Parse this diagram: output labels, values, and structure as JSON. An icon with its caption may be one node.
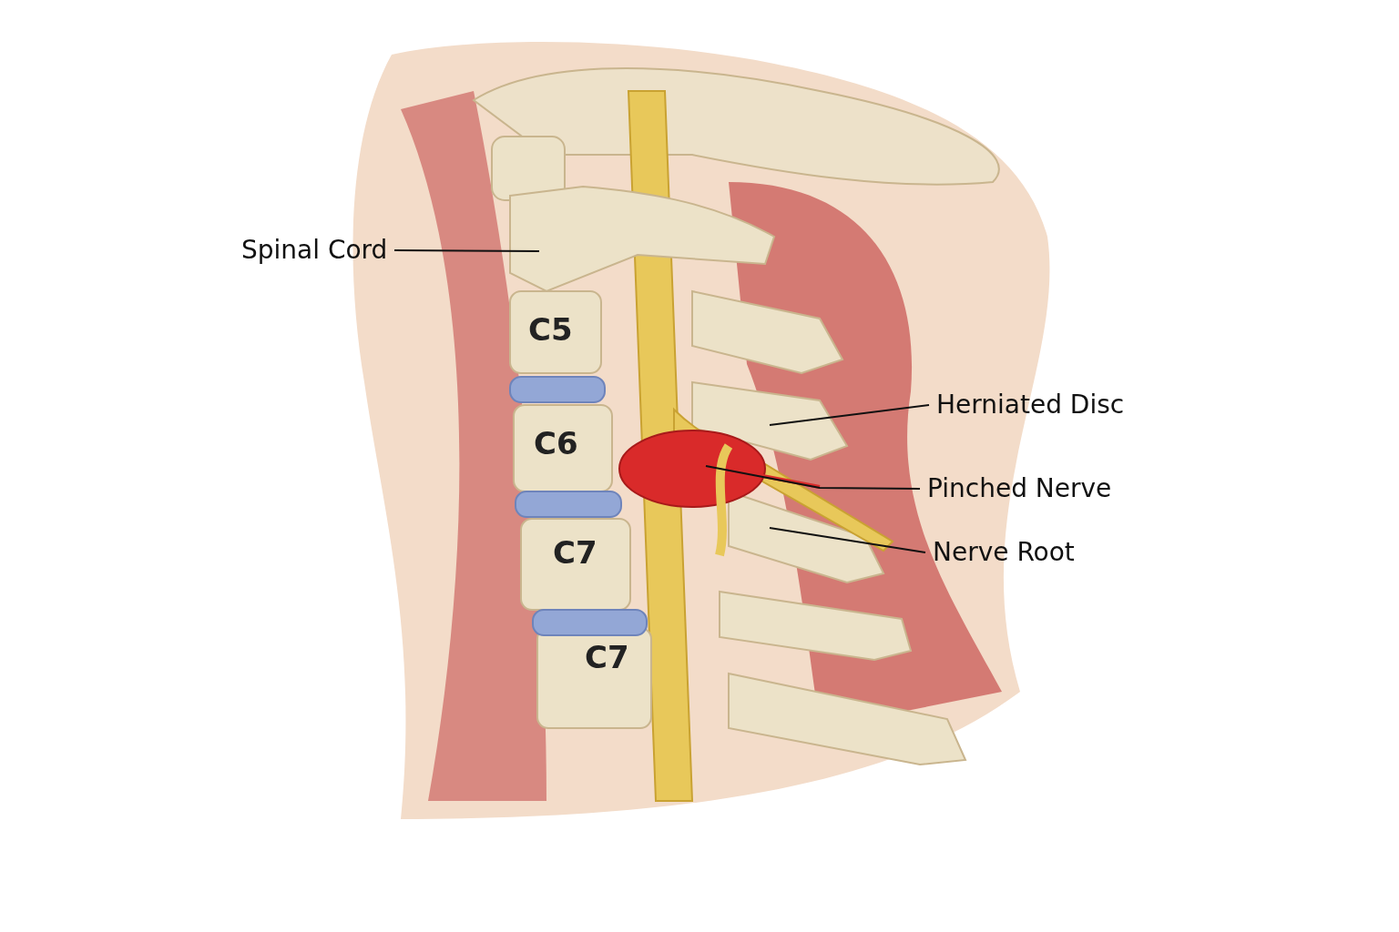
{
  "diagram": {
    "nodes": [
      {
        "text": [
          "Spinal Cord"
        ]
      },
      {
        "text": [
          "Herniated Disc"
        ]
      },
      {
        "text": [
          "Pinched Nerve"
        ]
      },
      {
        "text": [
          "Nerve Root"
        ]
      }
    ],
    "edges": [
      {
        "from": 0,
        "to": null,
        "arrow": "none"
      },
      {
        "from": 1,
        "to": null,
        "arrow": "none"
      },
      {
        "from": 2,
        "to": null,
        "arrow": "none"
      },
      {
        "from": 3,
        "to": null,
        "arrow": "none"
      }
    ],
    "labels": [
      "C5",
      "C6",
      "C7",
      "C7"
    ]
  }
}
